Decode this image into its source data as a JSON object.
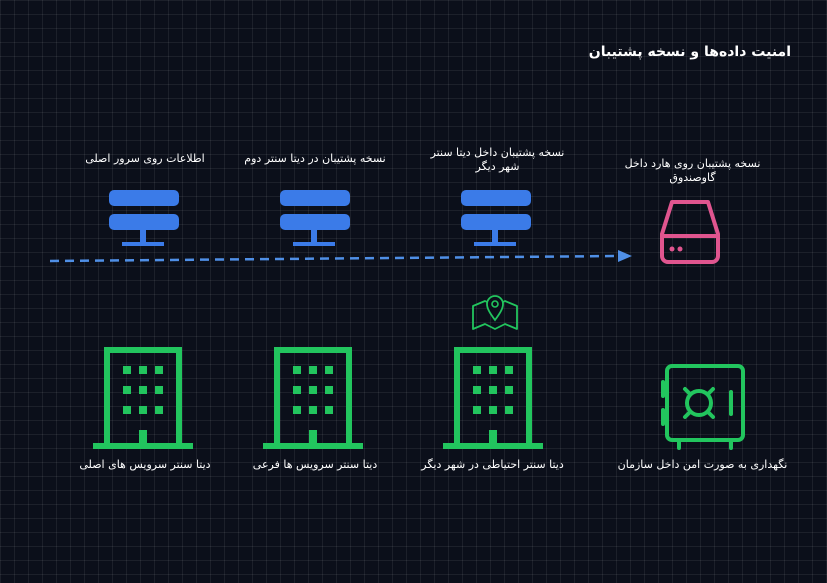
{
  "title": "امنیت داده‌ها و نسخه پشتیبان",
  "top_row": [
    {
      "label": "اطلاعات روی سرور اصلی",
      "icon": "server-icon"
    },
    {
      "label": "نسخه پشتیبان در دیتا سنتر دوم",
      "icon": "server-icon"
    },
    {
      "label": "نسخه پشتیبان داخل دیتا سنتر شهر دیگر",
      "icon": "server-icon"
    },
    {
      "label": "نسخه پشتیبان روی هارد داخل گاوصندوق",
      "icon": "hard-drive-icon"
    }
  ],
  "bottom_row": [
    {
      "label": "دیتا سنتر سرویس های اصلی",
      "icon": "building-icon"
    },
    {
      "label": "دیتا سنتر سرویس ها فرعی",
      "icon": "building-icon"
    },
    {
      "label": "دیتا سنتر احتیاطی در شهر دیگر",
      "icon": "building-icon"
    },
    {
      "label": "نگهداری به صورت امن داخل سازمان",
      "icon": "safe-icon"
    }
  ],
  "colors": {
    "background": "#0b0f1a",
    "server": "#3b7be8",
    "arrow": "#4f8fe6",
    "hard_drive": "#e0558f",
    "building": "#22c55e",
    "map": "#22c55e",
    "safe": "#22c55e"
  }
}
